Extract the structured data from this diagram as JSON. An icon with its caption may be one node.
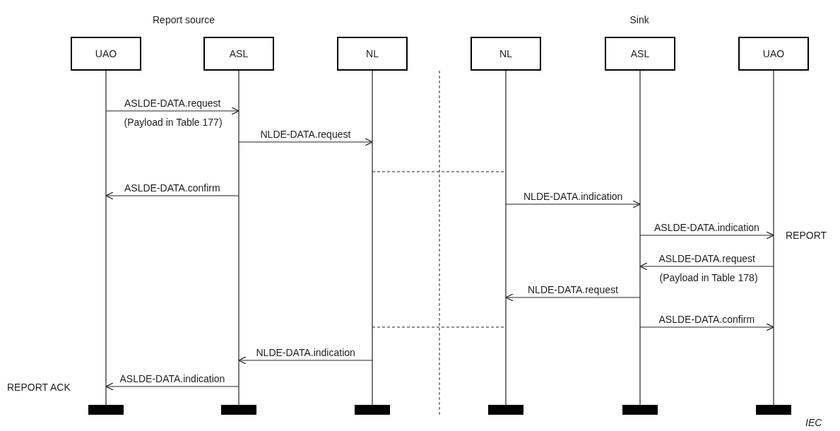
{
  "diagram": {
    "nodes": [
      {
        "text": [
          "UAO"
        ]
      },
      {
        "text": [
          "ASL"
        ]
      },
      {
        "text": [
          "NL"
        ]
      },
      {
        "text": [
          "NL"
        ]
      },
      {
        "text": [
          "ASL"
        ]
      },
      {
        "text": [
          "UAO"
        ]
      }
    ],
    "edges": [
      {
        "from": 0,
        "to": 1,
        "arrow": "to",
        "label": "ASLDE-DATA.request"
      },
      {
        "from": 1,
        "to": 2,
        "arrow": "to",
        "label": "NLDE-DATA.request"
      },
      {
        "from": 2,
        "to": 3,
        "arrow": "none",
        "style": "dashed"
      },
      {
        "from": 1,
        "to": 0,
        "arrow": "to",
        "label": "ASLDE-DATA.confirm"
      },
      {
        "from": 3,
        "to": 4,
        "arrow": "to",
        "label": "NLDE-DATA.indication"
      },
      {
        "from": 4,
        "to": 5,
        "arrow": "to",
        "label": "ASLDE-DATA.indication"
      },
      {
        "from": 5,
        "to": 4,
        "arrow": "to",
        "label": "ASLDE-DATA.request"
      },
      {
        "from": 4,
        "to": 3,
        "arrow": "to",
        "label": "NLDE-DATA.request"
      },
      {
        "from": 2,
        "to": 3,
        "arrow": "none",
        "style": "dashed"
      },
      {
        "from": 4,
        "to": 5,
        "arrow": "to",
        "label": "ASLDE-DATA.confirm"
      },
      {
        "from": 2,
        "to": 1,
        "arrow": "to",
        "label": "NLDE-DATA.indication"
      },
      {
        "from": 1,
        "to": 0,
        "arrow": "to",
        "label": "ASLDE-DATA.indication"
      }
    ],
    "labels": [
      "Report source",
      "Sink",
      "(Payload in Table 177)",
      "REPORT",
      "(Payload in Table 178)",
      "REPORT ACK",
      "IEC"
    ]
  }
}
